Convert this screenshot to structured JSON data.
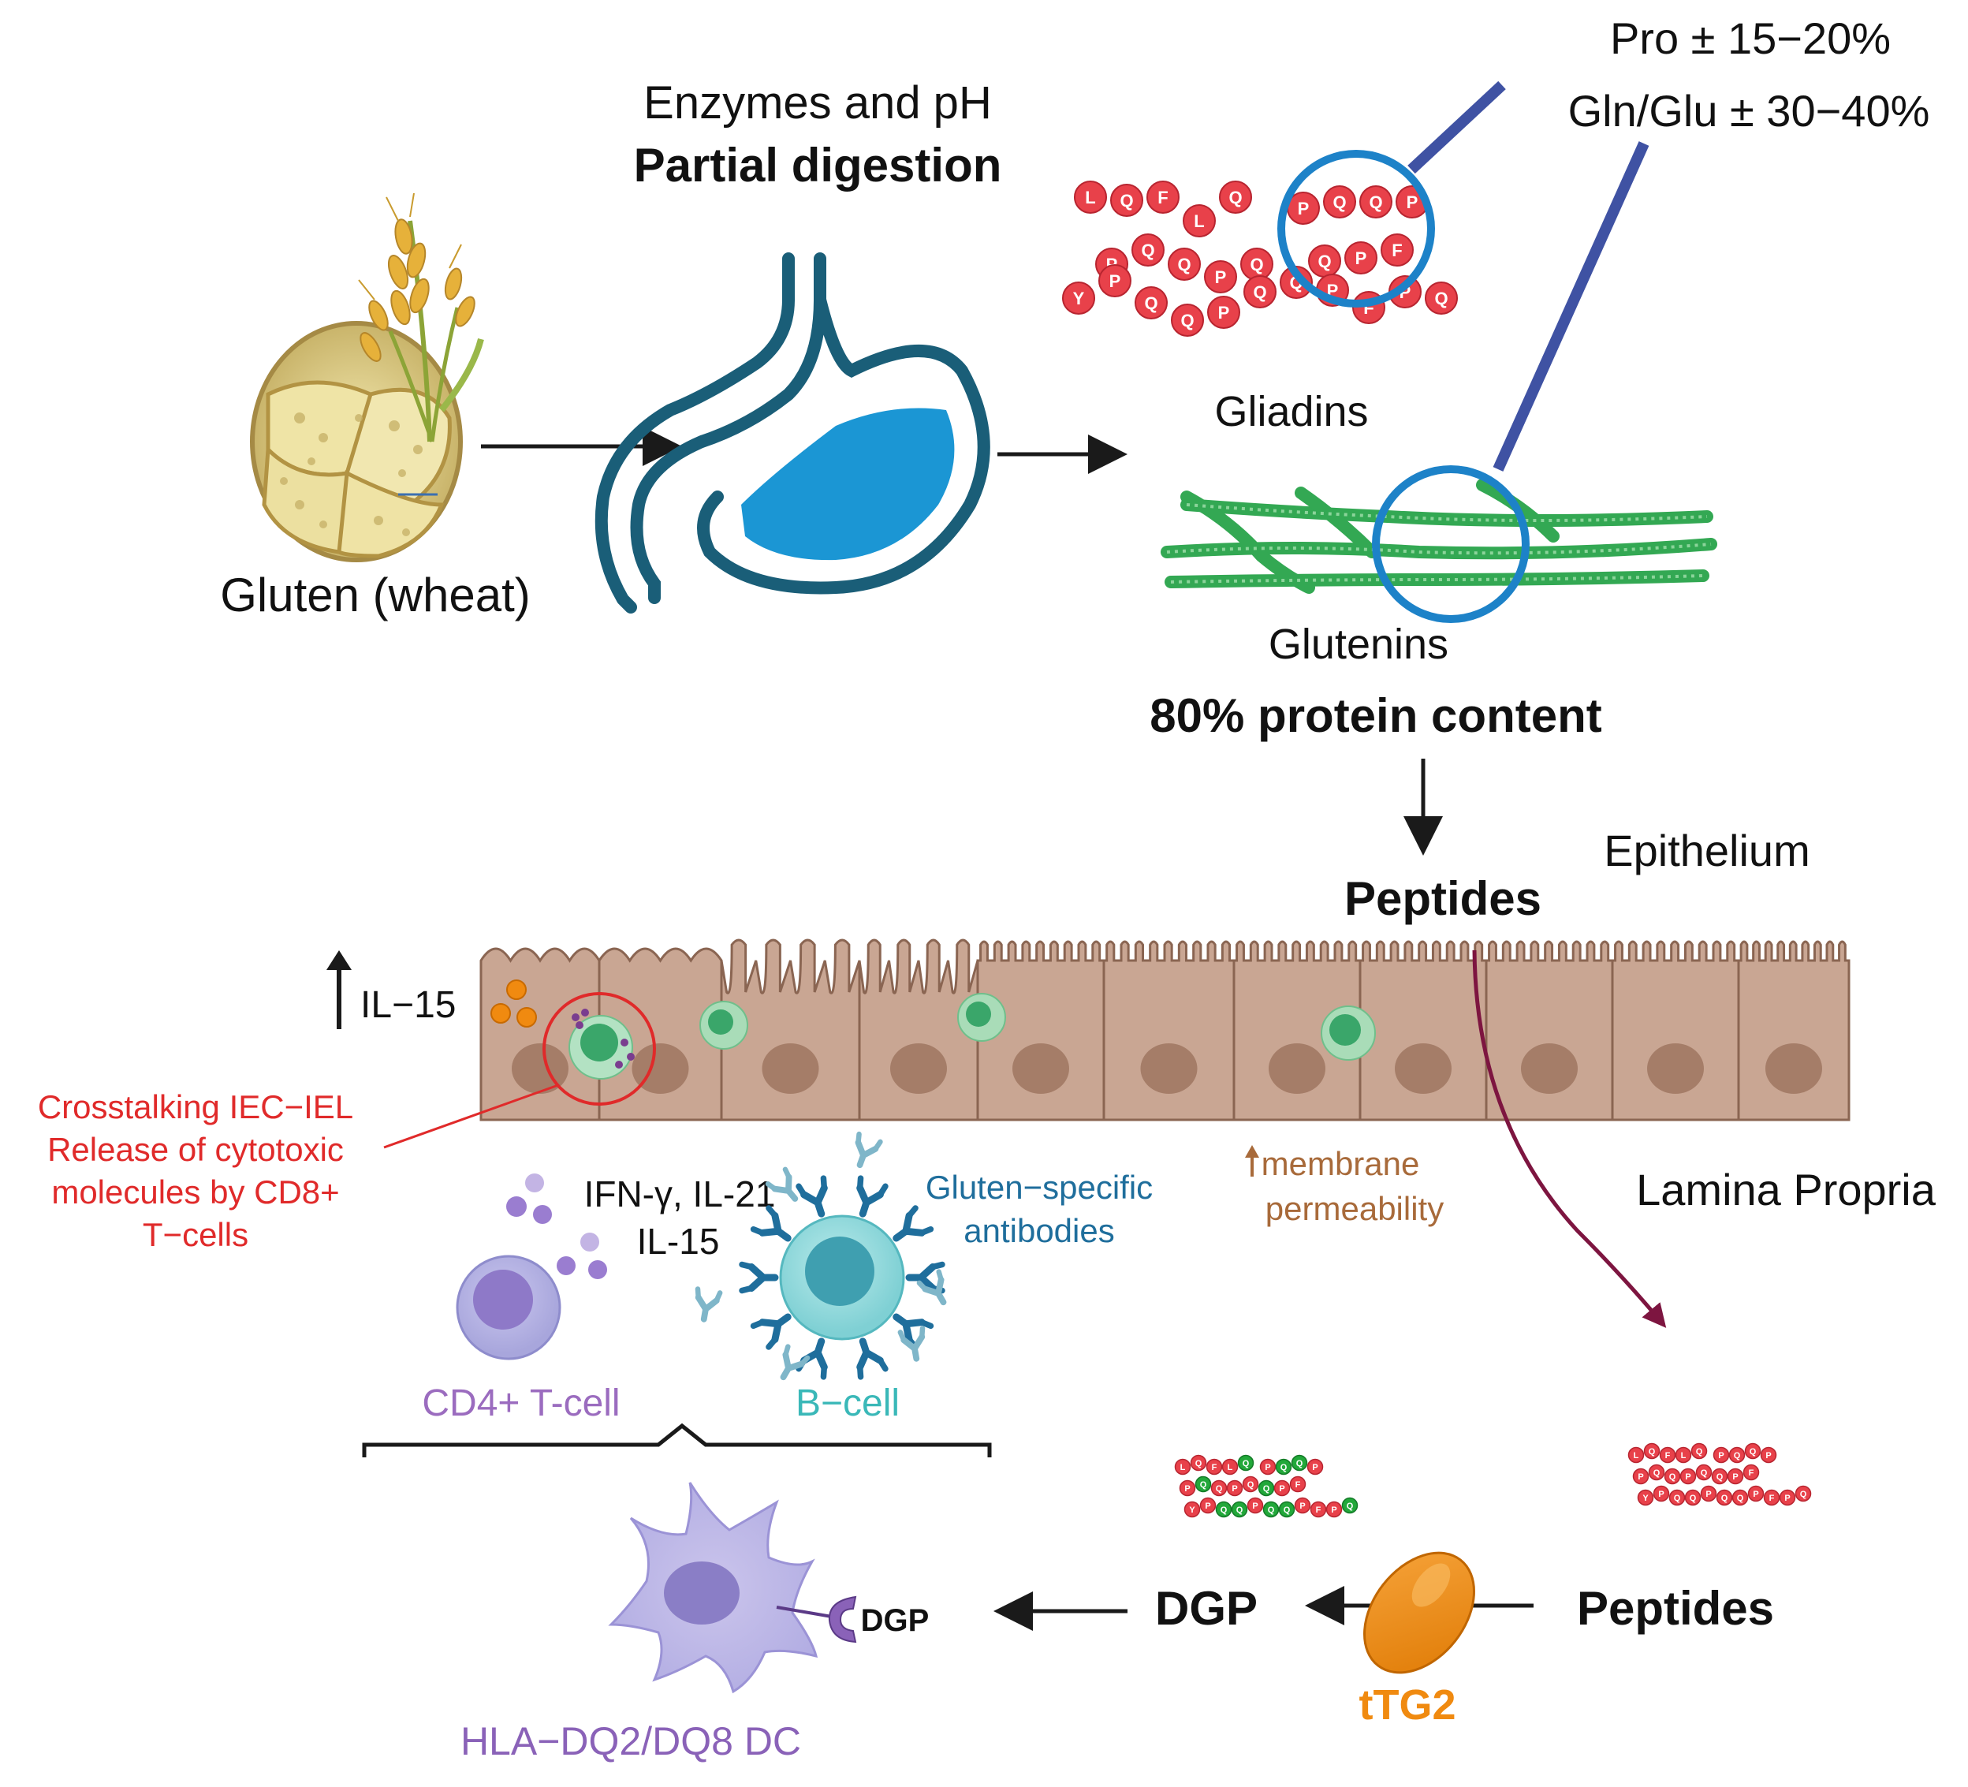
{
  "top": {
    "gluten_label": "Gluten (wheat)",
    "enzymes_line": "Enzymes and pH",
    "digestion_line": "Partial digestion",
    "pro_line": "Pro ± 15−20%",
    "gln_line": "Gln/Glu ± 30−40%",
    "gliadins_label": "Gliadins",
    "glutenins_label": "Glutenins",
    "protein_content": "80% protein content",
    "gliadin_rows": [
      [
        "L",
        "Q",
        "F",
        "L",
        "Q",
        "P",
        "Q",
        "Q",
        "P"
      ],
      [
        "P",
        "Q",
        "Q",
        "P",
        "Q",
        "Q",
        "P",
        "F"
      ],
      [
        "Y",
        "P",
        "Q",
        "Q",
        "P",
        "Q",
        "Q",
        "P",
        "F",
        "P",
        "Q"
      ]
    ]
  },
  "middle": {
    "peptides_label": "Peptides",
    "epithelium_label": "Epithelium",
    "lamina_label": "Lamina Propria",
    "il15_label": "IL−15",
    "crosstalk_lines": [
      "Crosstalking IEC−IEL",
      "Release of cytotoxic",
      "molecules by CD8+",
      "T−cells"
    ],
    "membrane_lines": [
      "membrane",
      "permeability"
    ],
    "cytokines_lines": [
      "IFN-γ, IL-21",
      "IL-15"
    ],
    "antibodies_lines": [
      "Gluten−specific",
      "antibodies"
    ]
  },
  "bottom": {
    "cd4_label": "CD4+ T-cell",
    "bcell_label": "B−cell",
    "dgp_center": "DGP",
    "dgp_receptor": "DGP",
    "peptides_right": "Peptides",
    "ttg2_label": "tTG2",
    "hla_label": "HLA−DQ2/DQ8 DC"
  },
  "colors": {
    "red_residue": "#e8414a",
    "green_residue": "#22a83a",
    "stomach_outline": "#1a5e78",
    "stomach_fluid": "#1b96d4",
    "cell_fill": "#c9a693",
    "crosstalk_red": "#e02a2a",
    "membrane_brown": "#a86a3a",
    "antibody_blue": "#1f6e9c",
    "cd4_purple": "#9b6cbf",
    "bcell_teal": "#3ab8b8",
    "ttg2_orange": "#f08a10",
    "dc_purple": "#8a62b8",
    "arrow_maroon": "#7d1540"
  }
}
